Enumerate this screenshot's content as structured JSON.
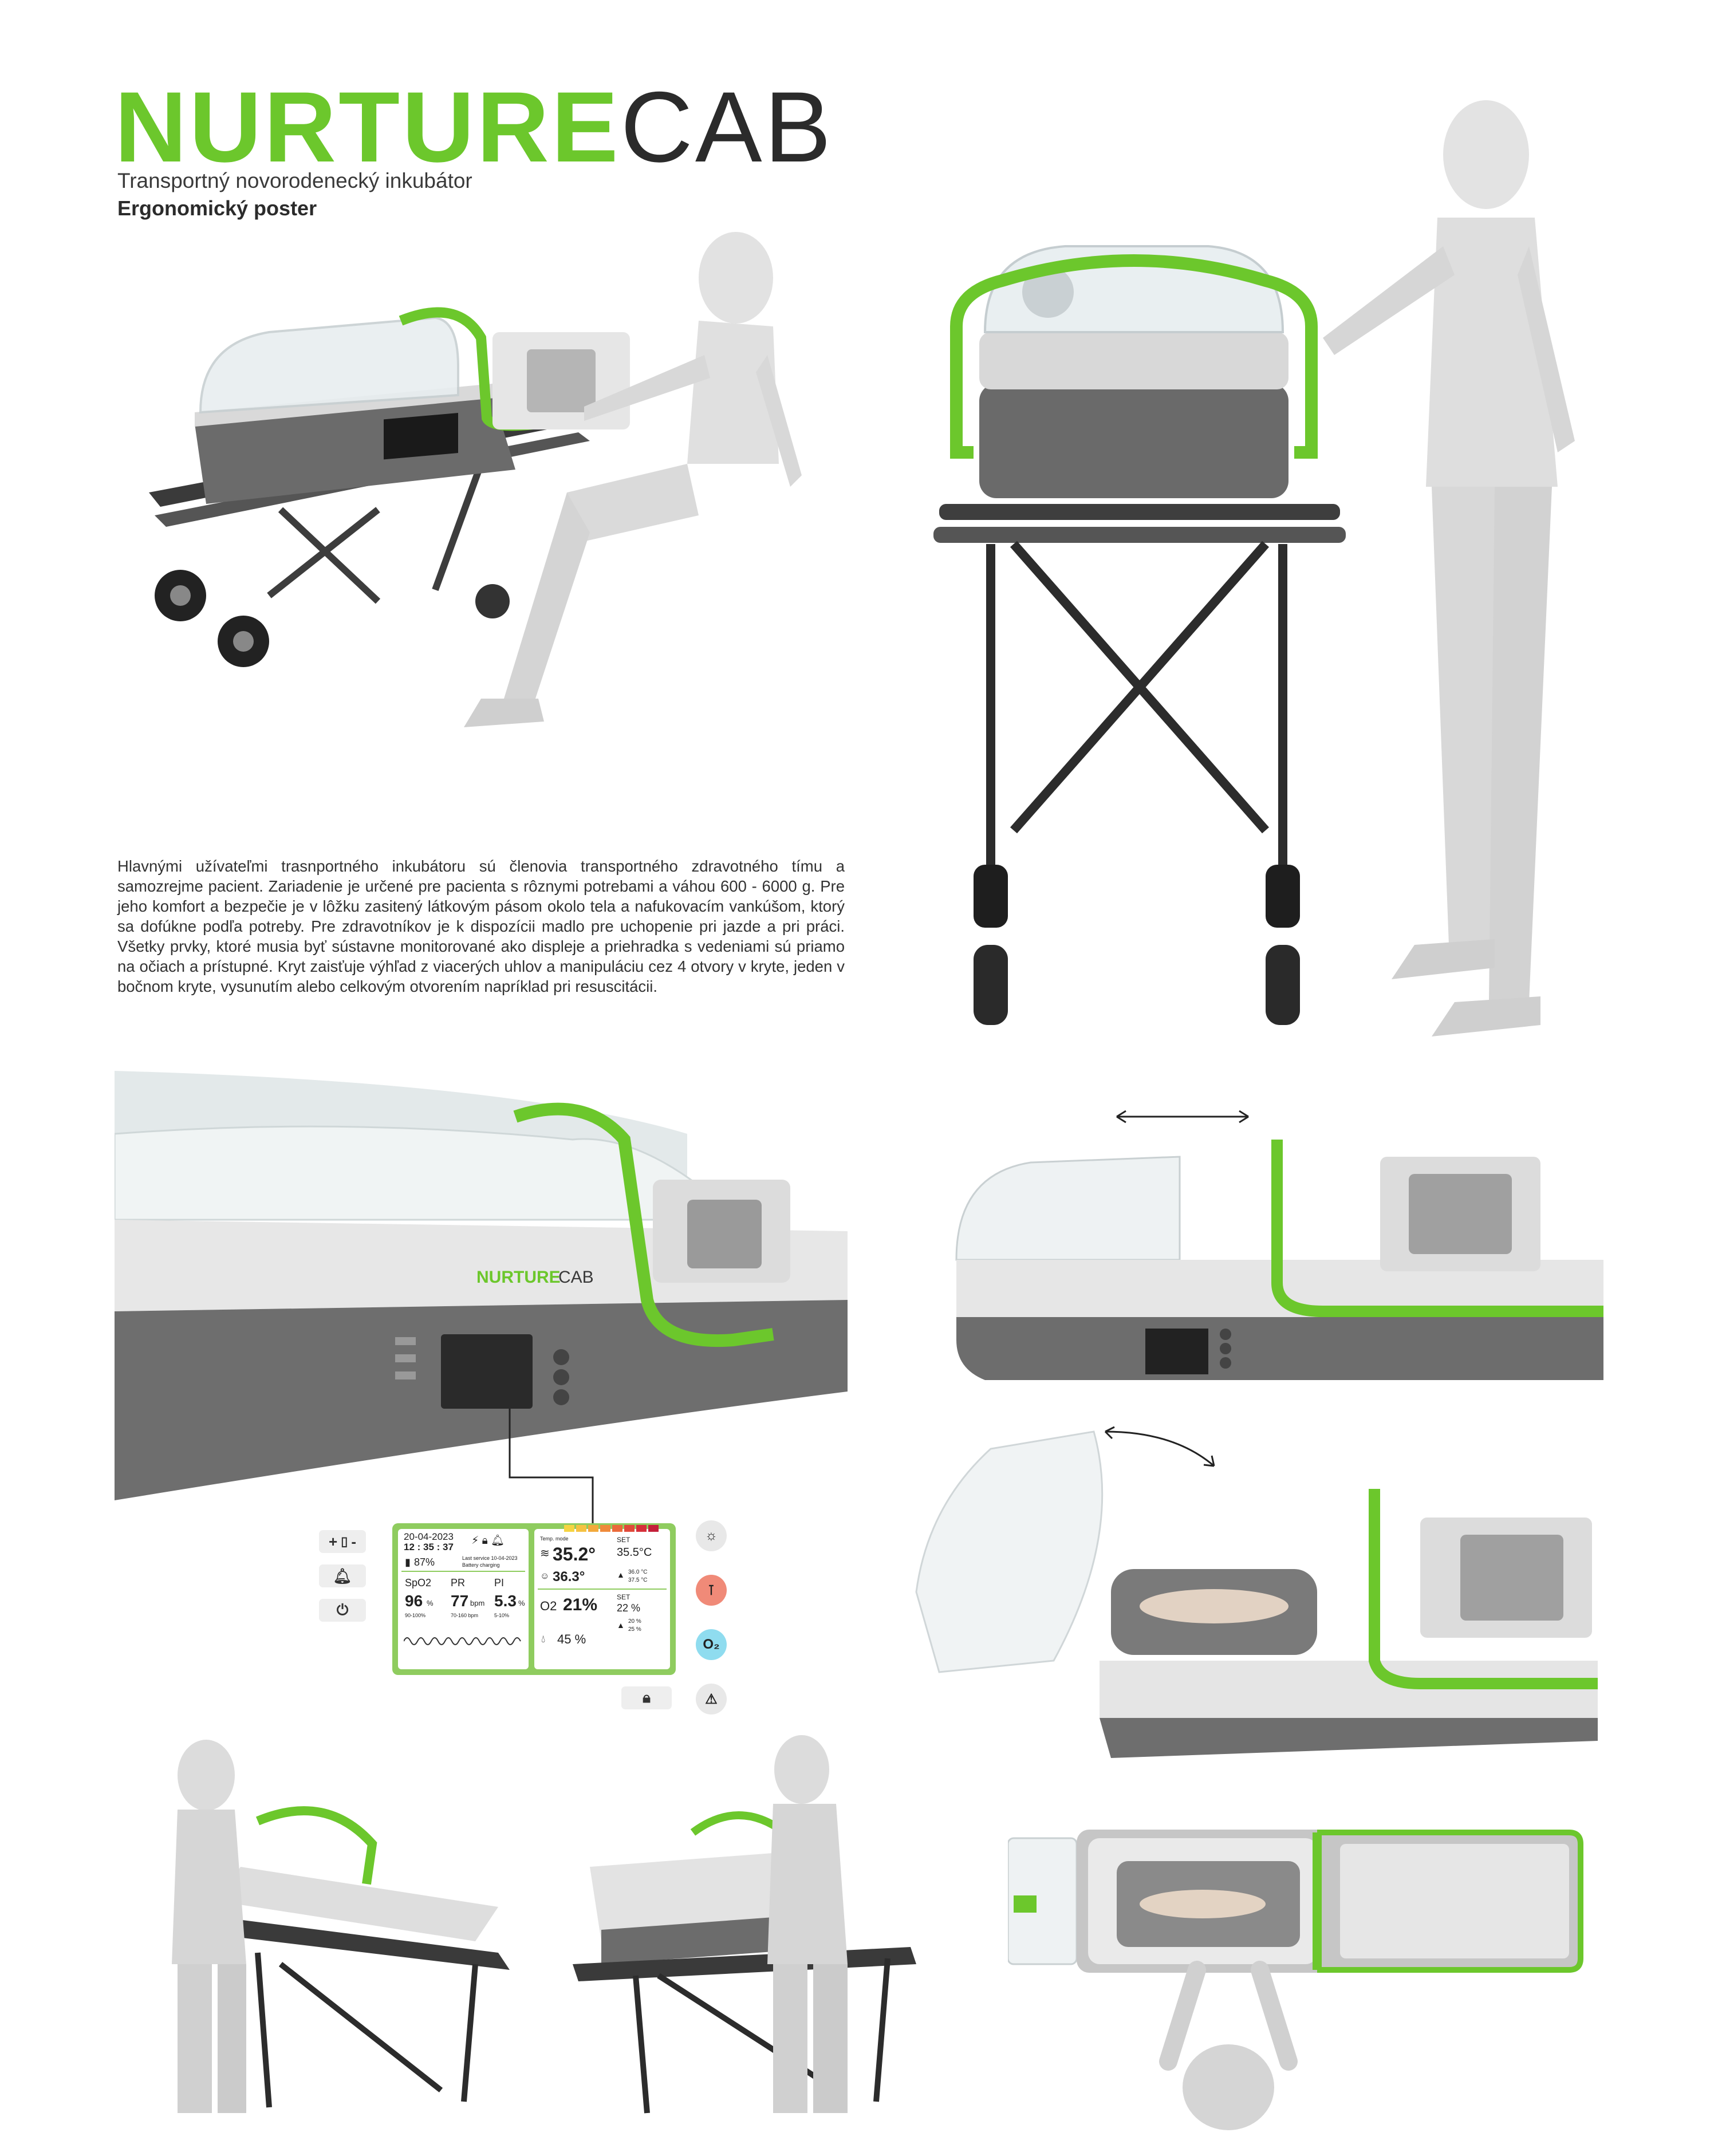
{
  "brand": {
    "part1": "NURTURE",
    "part2": "CAB",
    "accent_color": "#6cc72c",
    "dark_color": "#2b2b2b"
  },
  "subtitle": "Transportný novorodenecký inkubátor",
  "subtitle2": "Ergonomický poster",
  "description": "Hlavnými užívateľmi trasnportného inkubátoru sú členovia transportného zdravotného tímu a samozrejme pacient. Zariadenie je určené pre pacienta s rôznymi potrebami a váhou 600 - 6000 g. Pre jeho komfort a bezpečie je v lôžku zasitený látkovým pásom okolo tela a nafukovacím vankúšom, ktorý sa dofúkne podľa potreby. Pre zdravotníkov je k dispozícii madlo pre uchopenie pri jazde a pri práci. Všetky prvky, ktoré musia byť sústavne monitorované ako displeje a priehradka s vedeniami sú priamo na očiach a prístupné. Kryt zaisťuje výhľad z viacerých uhlov a manipuláciu cez 4 otvory v kryte, jeden v bočnom kryte, vysunutím alebo celkovým otvorením napríklad pri resuscitácii.",
  "device_label": {
    "part1": "NURTURE",
    "part2": "CAB"
  },
  "display": {
    "date": "20-04-2023",
    "time": "12 : 35 : 37",
    "battery": "87%",
    "last_service": "Last service 10-04-2023",
    "battery_status": "Battery charging",
    "spo2_label": "SpO2",
    "spo2_value": "96",
    "spo2_unit": "%",
    "spo2_range": "90-100%",
    "pr_label": "PR",
    "pr_value": "77",
    "pr_unit": "bpm",
    "pr_range": "70-160 bpm",
    "pi_label": "PI",
    "pi_value": "5.3",
    "pi_unit": "%",
    "pi_range": "5-10%",
    "temp_mode": "Temp. mode",
    "temp_value": "35.2°",
    "set_label": "SET",
    "set_temp": "35.5°C",
    "skin_temp": "36.3°",
    "temp_range_high": "36.0 °C",
    "temp_range_low": "37.5 °C",
    "o2_label": "O2",
    "o2_value": "21%",
    "o2_set_label": "SET",
    "o2_set": "22 %",
    "o2_range_1": "20 %",
    "o2_range_2": "25 %",
    "humidity": "45 %"
  },
  "side_buttons": {
    "plus": "+",
    "minus": "-"
  },
  "bar_colors": [
    "#f5d442",
    "#f5c242",
    "#f2a93b",
    "#ef8a3a",
    "#ea6a3a",
    "#e04a3a",
    "#d6303a",
    "#c4203a"
  ]
}
